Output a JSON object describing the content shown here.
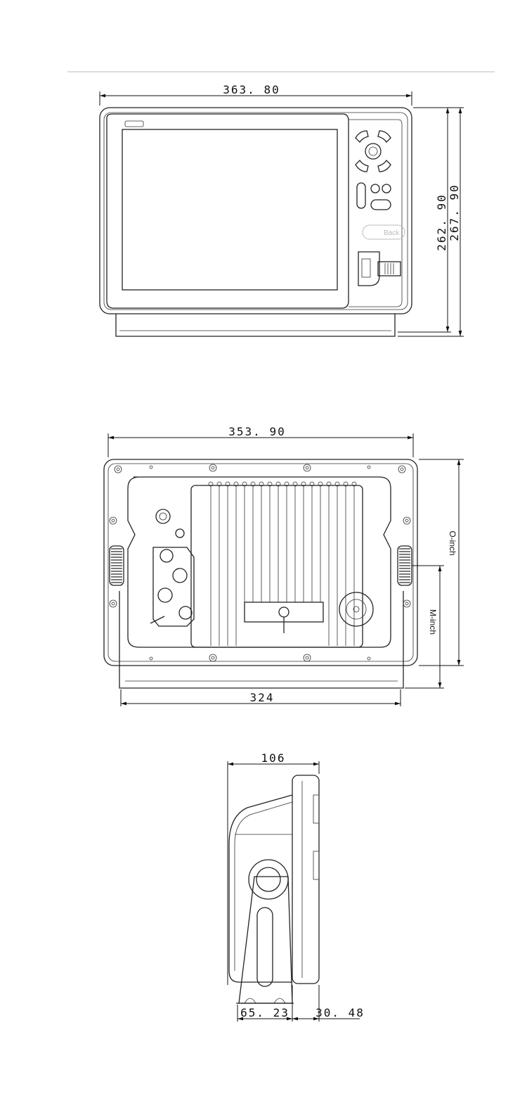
{
  "front_view": {
    "width_label": "363. 80",
    "height_inner_label": "262. 90",
    "height_outer_label": "267. 90",
    "back_button_label": "Back"
  },
  "rear_view": {
    "width_label": "353. 90",
    "bracket_width_label": "324",
    "o_label": "O-inch",
    "m_label": "M-inch"
  },
  "side_view": {
    "depth_label": "106",
    "bracket_depth_label": "65. 23",
    "front_depth_label": "30. 48"
  }
}
